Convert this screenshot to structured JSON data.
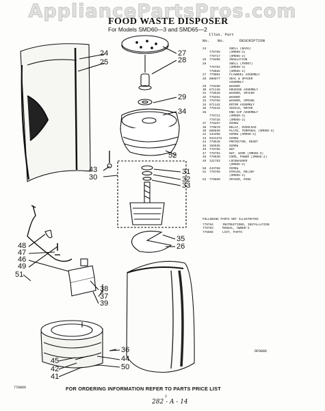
{
  "watermark": "AppliancePartsPros.com",
  "title": "FOOD WASTE DISPOSER",
  "subtitle": "For Models SMD60—3 and SMD65—2",
  "table_header": {
    "illus": "Illus. Part",
    "no": "No.",
    "part_no": "No.",
    "description": "DESCRIPTION"
  },
  "parts": [
    {
      "illus": "24",
      "part": "",
      "desc": "SHELL (BACK)"
    },
    {
      "illus": "",
      "part": "778755",
      "desc": "(SMD60-3)"
    },
    {
      "illus": "",
      "part": "778717",
      "desc": "(SMD65-2)"
    },
    {
      "illus": "25",
      "part": "779405",
      "desc": "INSULATION"
    },
    {
      "illus": "26",
      "part": "",
      "desc": "SHELL (FRONT)"
    },
    {
      "illus": "",
      "part": "778752",
      "desc": "(SMD60-3)"
    },
    {
      "illus": "",
      "part": "778682",
      "desc": "(SMD65-2)"
    },
    {
      "illus": "27",
      "part": "779091",
      "desc": "FLYWHEEL ASSEMBLY"
    },
    {
      "illus": "28",
      "part": "886877",
      "desc": "SEAL & SPACER"
    },
    {
      "illus": "",
      "part": "",
      "desc": "ASSEMBLY"
    },
    {
      "illus": "29",
      "part": "778288",
      "desc": "WASHER"
    },
    {
      "illus": "30",
      "part": "671146",
      "desc": "HOUSING ASSEMBLY"
    },
    {
      "illus": "31",
      "part": "778538",
      "desc": "WASHER, SPACER"
    },
    {
      "illus": "32",
      "part": "778252",
      "desc": "WASHER"
    },
    {
      "illus": "33",
      "part": "778756",
      "desc": "WASHER, SPRING"
    },
    {
      "illus": "34",
      "part": "671142",
      "desc": "ROTOR ASSEMBLY"
    },
    {
      "illus": "35",
      "part": "778442",
      "desc": "SHIELD, MOTOR"
    },
    {
      "illus": "36",
      "part": "",
      "desc": "END CAP ASSEMBLY"
    },
    {
      "illus": "",
      "part": "778712",
      "desc": "(SMD60-3)"
    },
    {
      "illus": "",
      "part": "778728",
      "desc": "(SMD65-2)"
    },
    {
      "illus": "37",
      "part": "778267",
      "desc": "SCREW"
    },
    {
      "illus": "38",
      "part": "778878",
      "desc": "RELAY, OVERLOAD"
    },
    {
      "illus": "39",
      "part": "886836",
      "desc": "PLATE, TERMINAL (SMD60-3)"
    },
    {
      "illus": "42",
      "part": "144498",
      "desc": "SCREW (SMD60-3)"
    },
    {
      "illus": "43",
      "part": "9441372",
      "desc": "SCREW"
    },
    {
      "illus": "44",
      "part": "778645",
      "desc": "PROTECTOR, RESET"
    },
    {
      "illus": "45",
      "part": "159535",
      "desc": "SCREW"
    },
    {
      "illus": "46",
      "part": "778755",
      "desc": "NUT"
    },
    {
      "illus": "47",
      "part": "778794",
      "desc": "NUT, WIRE (SMD60-3)"
    },
    {
      "illus": "48",
      "part": "779630",
      "desc": "CORD, POWER (SMD65-2)"
    },
    {
      "illus": "49",
      "part": "121753",
      "desc": "LOCKWASHER"
    },
    {
      "illus": "",
      "part": "",
      "desc": "(SMD65-2)"
    },
    {
      "illus": "50",
      "part": "443768",
      "desc": "SCREW"
    },
    {
      "illus": "51",
      "part": "778759",
      "desc": "STRAIN, RELIEF"
    },
    {
      "illus": "",
      "part": "",
      "desc": "(SMD65-2)"
    },
    {
      "illus": "52",
      "part": "778860",
      "desc": "SPACER, RING"
    }
  ],
  "extra_header": "FOLLOWING PARTS NOT ILLUSTRATED",
  "extra_parts": [
    {
      "part": "779784",
      "desc": "INSTRUCTIONS, INSTALLATION"
    },
    {
      "part": "778793",
      "desc": "MANUAL, OWNER'S"
    },
    {
      "part": "778866",
      "desc": "LIST, PARTS"
    }
  ],
  "callouts": [
    "24",
    "25",
    "27",
    "28",
    "29",
    "34",
    "52",
    "31",
    "32",
    "33",
    "43",
    "30",
    "35",
    "26",
    "48",
    "47",
    "46",
    "49",
    "51",
    "38",
    "37",
    "39",
    "36",
    "44",
    "50",
    "45",
    "42",
    "41"
  ],
  "figure_code": "DF0886",
  "footer": "FOR ORDERING INFORMATION REFER TO PARTS PRICE LIST",
  "page_number": "2",
  "doc_number": "778866",
  "handwritten": "282 - A - 14"
}
